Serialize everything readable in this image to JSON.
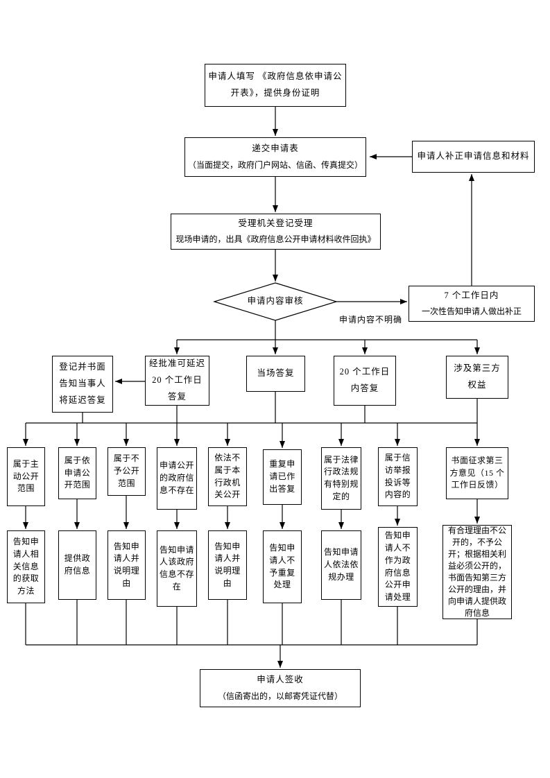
{
  "flow": {
    "fill_form": "申请人填写 《政府信息依申请公开表》，提供身份证明",
    "submit": {
      "title": "递交申请表",
      "subtitle": "（当面提交，政府门户网站、信函、传真提交）"
    },
    "supplement": "申请人补正申请信息和材料",
    "accept": {
      "title": "受理机关登记受理",
      "subtitle": "现场申请的，出具《政府信息公开申请材料收件回执》"
    },
    "review": "申请内容审核",
    "unclear": "申请内容不明确",
    "seven_days": {
      "title": "7 个工作日内",
      "subtitle": "一次性告知申请人做出补正"
    },
    "row1": [
      "登记并书面告知当事人将延迟答复",
      "经批准可延迟 20 个工作日答复",
      "当场答复",
      "20 个工作日内答复",
      "涉及第三方权益"
    ],
    "row2": [
      "属于主动公开范围",
      "属于依申请公开范围",
      "属于不予公开范围",
      "申请公开的政府信息不存在",
      "依法不属于本行政机关公开",
      "重复申请已作出答复",
      "属于法律行政法规有特别规定的",
      "属于信访举报投诉等内容的",
      "书面征求第三方意见（15 个工作日反馈）"
    ],
    "row3": [
      "告知申请人相关信息的获取方法",
      "提供政府信息",
      "告知申请人并说明理由",
      "告知申请人该政府信息不存在",
      "告知申请人并说明理由",
      "告知申请人不予重复处理",
      "告知申请人依法依规办理",
      "告知申请人不作为政府信息公开申请处理",
      "有合理理由不公开的，不予公开；根据相关利益必须公开的，书面告知第三方公开的理由，并向申请人提供政府信息"
    ],
    "sign": {
      "title": "申请人签收",
      "subtitle": "（信函寄出的，以邮寄凭证代替）"
    }
  }
}
